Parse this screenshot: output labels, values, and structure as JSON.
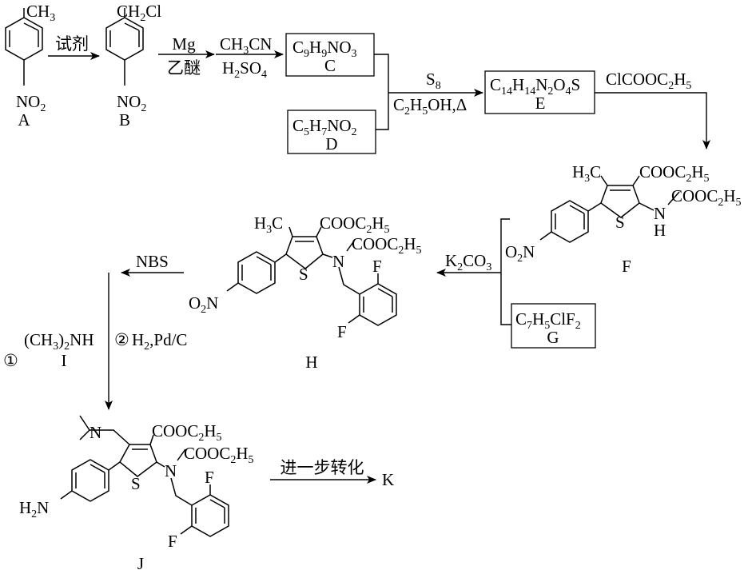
{
  "colors": {
    "ink": "#000000",
    "background": "#ffffff"
  },
  "compounds": {
    "A": {
      "label": "A",
      "groups": [
        {
          "kind": "formula",
          "parts": [
            [
              "CH",
              "n"
            ],
            [
              "3",
              "s"
            ]
          ]
        },
        {
          "kind": "formula",
          "parts": [
            [
              "NO",
              "n"
            ],
            [
              "2",
              "s"
            ]
          ]
        }
      ]
    },
    "B": {
      "label": "B",
      "groups": [
        {
          "kind": "formula",
          "parts": [
            [
              "CH",
              "n"
            ],
            [
              "2",
              "s"
            ],
            [
              "Cl",
              "n"
            ]
          ]
        },
        {
          "kind": "formula",
          "parts": [
            [
              "NO",
              "n"
            ],
            [
              "2",
              "s"
            ]
          ]
        }
      ]
    },
    "C": {
      "label": "C",
      "formula": [
        [
          "C",
          "n"
        ],
        [
          "9",
          "s"
        ],
        [
          "H",
          "n"
        ],
        [
          "9",
          "s"
        ],
        [
          "NO",
          "n"
        ],
        [
          "3",
          "s"
        ]
      ]
    },
    "D": {
      "label": "D",
      "formula": [
        [
          "C",
          "n"
        ],
        [
          "5",
          "s"
        ],
        [
          "H",
          "n"
        ],
        [
          "7",
          "s"
        ],
        [
          "NO",
          "n"
        ],
        [
          "2",
          "s"
        ]
      ]
    },
    "E": {
      "label": "E",
      "formula": [
        [
          "C",
          "n"
        ],
        [
          "14",
          "s"
        ],
        [
          "H",
          "n"
        ],
        [
          "14",
          "s"
        ],
        [
          "N",
          "n"
        ],
        [
          "2",
          "s"
        ],
        [
          "O",
          "n"
        ],
        [
          "4",
          "s"
        ],
        [
          "S",
          "n"
        ]
      ]
    },
    "F": {
      "label": "F",
      "groups": [
        {
          "kind": "formula",
          "parts": [
            [
              "H",
              "n"
            ],
            [
              "3",
              "s"
            ],
            [
              "C",
              "n"
            ]
          ]
        },
        {
          "kind": "formula",
          "parts": [
            [
              "COOC",
              "n"
            ],
            [
              "2",
              "s"
            ],
            [
              "H",
              "n"
            ],
            [
              "5",
              "s"
            ]
          ]
        },
        {
          "kind": "formula",
          "parts": [
            [
              "COOC",
              "n"
            ],
            [
              "2",
              "s"
            ],
            [
              "H",
              "n"
            ],
            [
              "5",
              "s"
            ]
          ]
        },
        {
          "kind": "formula",
          "parts": [
            [
              "O",
              "n"
            ],
            [
              "2",
              "s"
            ],
            [
              "N",
              "n"
            ]
          ]
        }
      ],
      "atoms": [
        "N",
        "H",
        "S"
      ]
    },
    "G": {
      "label": "G",
      "formula": [
        [
          "C",
          "n"
        ],
        [
          "7",
          "s"
        ],
        [
          "H",
          "n"
        ],
        [
          "5",
          "s"
        ],
        [
          "ClF",
          "n"
        ],
        [
          "2",
          "s"
        ]
      ]
    },
    "H": {
      "label": "H",
      "groups": [
        {
          "kind": "formula",
          "parts": [
            [
              "H",
              "n"
            ],
            [
              "3",
              "s"
            ],
            [
              "C",
              "n"
            ]
          ]
        },
        {
          "kind": "formula",
          "parts": [
            [
              "COOC",
              "n"
            ],
            [
              "2",
              "s"
            ],
            [
              "H",
              "n"
            ],
            [
              "5",
              "s"
            ]
          ]
        },
        {
          "kind": "formula",
          "parts": [
            [
              "COOC",
              "n"
            ],
            [
              "2",
              "s"
            ],
            [
              "H",
              "n"
            ],
            [
              "5",
              "s"
            ]
          ]
        },
        {
          "kind": "formula",
          "parts": [
            [
              "O",
              "n"
            ],
            [
              "2",
              "s"
            ],
            [
              "N",
              "n"
            ]
          ]
        }
      ],
      "atoms": [
        "N",
        "S",
        "F",
        "F"
      ]
    },
    "I": {
      "label": "I",
      "formula": [
        [
          "(CH",
          "n"
        ],
        [
          "3",
          "s"
        ],
        [
          ")",
          "n"
        ],
        [
          "2",
          "s"
        ],
        [
          "NH",
          "n"
        ]
      ]
    },
    "J": {
      "label": "J",
      "groups": [
        {
          "kind": "formula",
          "parts": [
            [
              "COOC",
              "n"
            ],
            [
              "2",
              "s"
            ],
            [
              "H",
              "n"
            ],
            [
              "5",
              "s"
            ]
          ]
        },
        {
          "kind": "formula",
          "parts": [
            [
              "COOC",
              "n"
            ],
            [
              "2",
              "s"
            ],
            [
              "H",
              "n"
            ],
            [
              "5",
              "s"
            ]
          ]
        },
        {
          "kind": "formula",
          "parts": [
            [
              "H",
              "n"
            ],
            [
              "2",
              "s"
            ],
            [
              "N",
              "n"
            ]
          ]
        }
      ],
      "atoms": [
        "N",
        "N",
        "S",
        "F",
        "F"
      ]
    },
    "K": {
      "label": "K"
    }
  },
  "reagents": {
    "step_ab": "试剂",
    "step_bc_top": "Mg",
    "step_bc_bottom": "乙醚",
    "step_bc_ch3cn": [
      [
        "CH",
        "n"
      ],
      [
        "3",
        "s"
      ],
      [
        "CN",
        "n"
      ]
    ],
    "step_bc_h2so4": [
      [
        "H",
        "n"
      ],
      [
        "2",
        "s"
      ],
      [
        "SO",
        "n"
      ],
      [
        "4",
        "s"
      ]
    ],
    "step_cde_top": [
      [
        "S",
        "n"
      ],
      [
        "8",
        "s"
      ]
    ],
    "step_cde_bottom": [
      [
        "C",
        "n"
      ],
      [
        "2",
        "s"
      ],
      [
        "H",
        "n"
      ],
      [
        "5",
        "s"
      ],
      [
        "OH,Δ",
        "n"
      ]
    ],
    "step_ef": [
      [
        "ClCOOC",
        "n"
      ],
      [
        "2",
        "s"
      ],
      [
        "H",
        "n"
      ],
      [
        "5",
        "s"
      ]
    ],
    "step_fgh": [
      [
        "K",
        "n"
      ],
      [
        "2",
        "s"
      ],
      [
        "CO",
        "n"
      ],
      [
        "3",
        "s"
      ]
    ],
    "step_hj_nbs": "NBS",
    "step_hj_num1": "①",
    "step_hj_num2": "②",
    "step_hj_h2": [
      [
        "H",
        "n"
      ],
      [
        "2",
        "s"
      ],
      [
        ",Pd/C",
        "n"
      ]
    ],
    "step_jk": "进一步转化"
  }
}
